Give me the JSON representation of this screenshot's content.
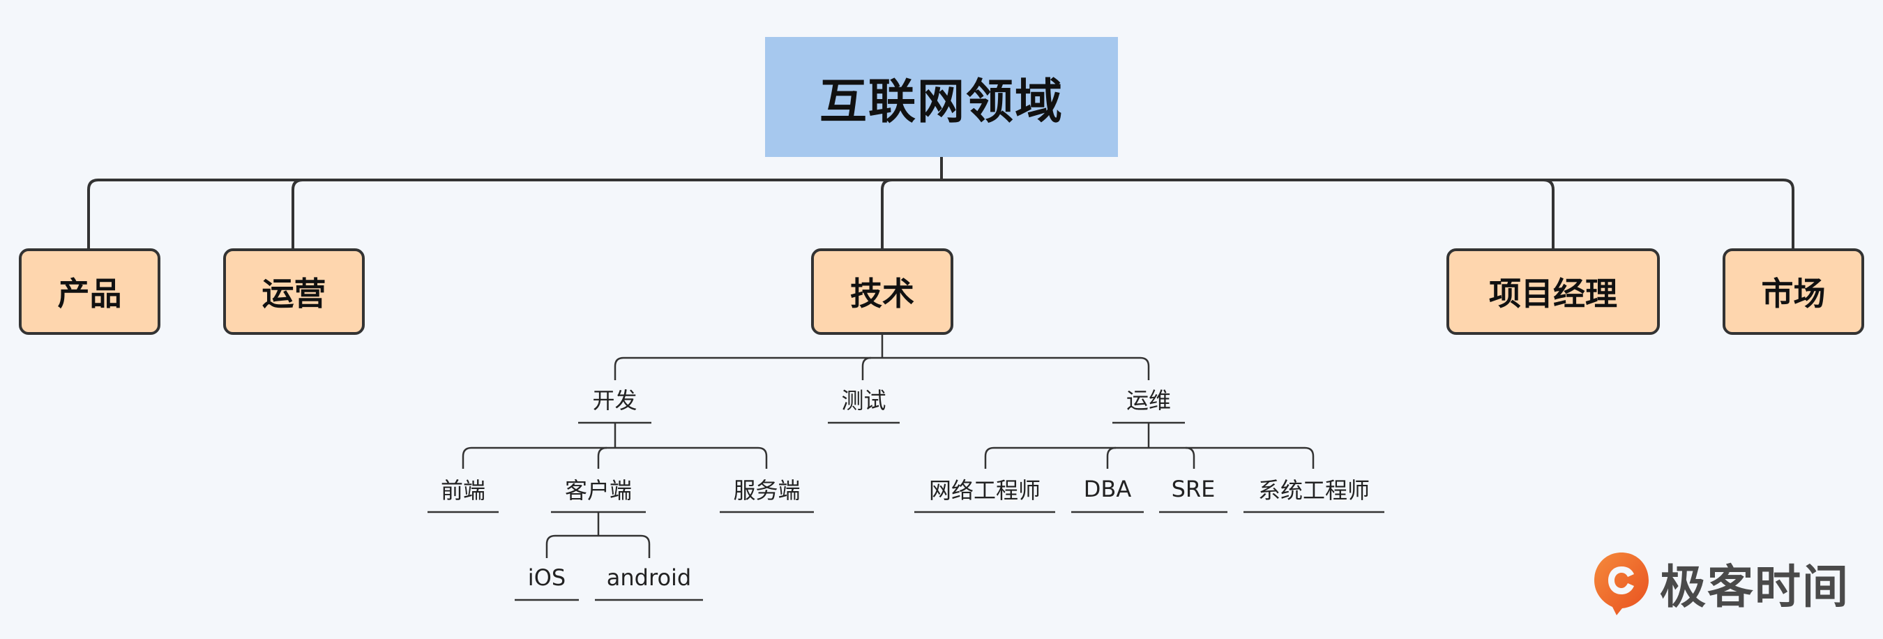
{
  "root": {
    "label": "互联网领域"
  },
  "level1": {
    "product": "产品",
    "operations": "运营",
    "tech": "技术",
    "pm": "项目经理",
    "market": "市场"
  },
  "tech": {
    "dev": "开发",
    "test": "测试",
    "ops": "运维"
  },
  "dev": {
    "frontend": "前端",
    "client": "客户端",
    "server": "服务端"
  },
  "client": {
    "ios": "iOS",
    "android": "android"
  },
  "ops": {
    "network": "网络工程师",
    "dba": "DBA",
    "sre": "SRE",
    "system": "系统工程师"
  },
  "brand": {
    "name": "极客时间",
    "color": "#f26b2a"
  }
}
